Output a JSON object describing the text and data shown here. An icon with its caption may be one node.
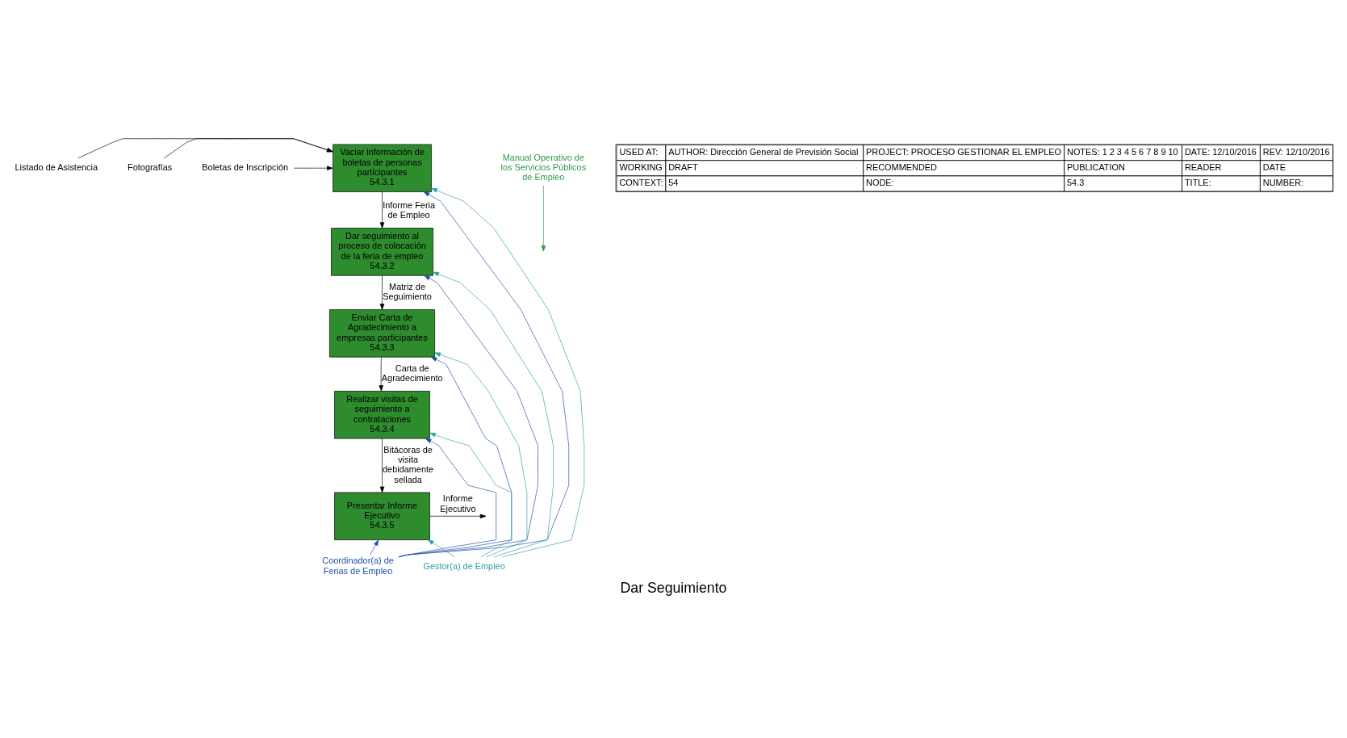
{
  "diagram": {
    "title": "Dar Seguimiento",
    "nodes": [
      {
        "text": [
          "Listado de Asistencia"
        ]
      },
      {
        "text": [
          "Fotografías"
        ]
      },
      {
        "text": [
          "Boletas de Inscripción"
        ]
      },
      {
        "text": [
          "Vaciar información de boletas de personas participantes",
          "54.3.1"
        ]
      },
      {
        "text": [
          "Dar seguimiento al proceso de colocación de la feria de empleo",
          "54.3.2"
        ]
      },
      {
        "text": [
          "Enviar Carta de Agradecimiento a empresas participantes",
          "54.3.3"
        ]
      },
      {
        "text": [
          "Realizar visitas de seguimiento a contrataciones",
          "54.3.4"
        ]
      },
      {
        "text": [
          "Presentar Informe Ejecutivo",
          "54.3.5"
        ]
      },
      {
        "text": [
          "Manual Operativo de los Servicios Públicos de Empleo"
        ]
      },
      {
        "text": [
          "Coordinador(a) de Ferias de Empleo"
        ]
      },
      {
        "text": [
          "Gestor(a) de Empleo"
        ]
      }
    ],
    "edges": [
      {
        "from": 0,
        "to": 3,
        "arrow": "to"
      },
      {
        "from": 1,
        "to": 3,
        "arrow": "to"
      },
      {
        "from": 2,
        "to": 3,
        "arrow": "to"
      },
      {
        "from": 3,
        "to": 4,
        "arrow": "to",
        "label": "Informe Feria de Empleo"
      },
      {
        "from": 4,
        "to": 5,
        "arrow": "to",
        "label": "Matriz de Seguimiento"
      },
      {
        "from": 5,
        "to": 6,
        "arrow": "to",
        "label": "Carta de Agradecimiento"
      },
      {
        "from": 6,
        "to": 7,
        "arrow": "to",
        "label": "Bitácoras de visita debidamente sellada"
      },
      {
        "from": 7,
        "to": null,
        "arrow": "to",
        "label": "Informe Ejecutivo"
      },
      {
        "from": 8,
        "to": null,
        "arrow": "to",
        "color": "#2e9a4a"
      },
      {
        "from": 9,
        "to": 3,
        "arrow": "to",
        "color": "#1f4fa8"
      },
      {
        "from": 9,
        "to": 4,
        "arrow": "to",
        "color": "#1f4fa8"
      },
      {
        "from": 9,
        "to": 5,
        "arrow": "to",
        "color": "#1f4fa8"
      },
      {
        "from": 9,
        "to": 6,
        "arrow": "to",
        "color": "#1f4fa8"
      },
      {
        "from": 9,
        "to": 7,
        "arrow": "to",
        "color": "#1f4fa8"
      },
      {
        "from": 10,
        "to": 3,
        "arrow": "to",
        "color": "#2aa0a8"
      },
      {
        "from": 10,
        "to": 4,
        "arrow": "to",
        "color": "#2aa0a8"
      },
      {
        "from": 10,
        "to": 5,
        "arrow": "to",
        "color": "#2aa0a8"
      },
      {
        "from": 10,
        "to": 6,
        "arrow": "to",
        "color": "#2aa0a8"
      },
      {
        "from": 10,
        "to": 7,
        "arrow": "to",
        "color": "#2aa0a8"
      }
    ],
    "labels": [
      "USED AT:",
      "AUTHOR: Dirección General de Previsión Social",
      "PROJECT: PROCESO GESTIONAR EL EMPLEO",
      "NOTES: 1 2 3 4 5 6 7 8 9 10",
      "DATE: 12/10/2016",
      "REV: 12/10/2016",
      "WORKING",
      "DRAFT",
      "RECOMMENDED",
      "PUBLICATION",
      "READER",
      "DATE",
      "CONTEXT:",
      "54",
      "NODE:",
      "54.3",
      "TITLE:",
      "NUMBER:"
    ]
  }
}
